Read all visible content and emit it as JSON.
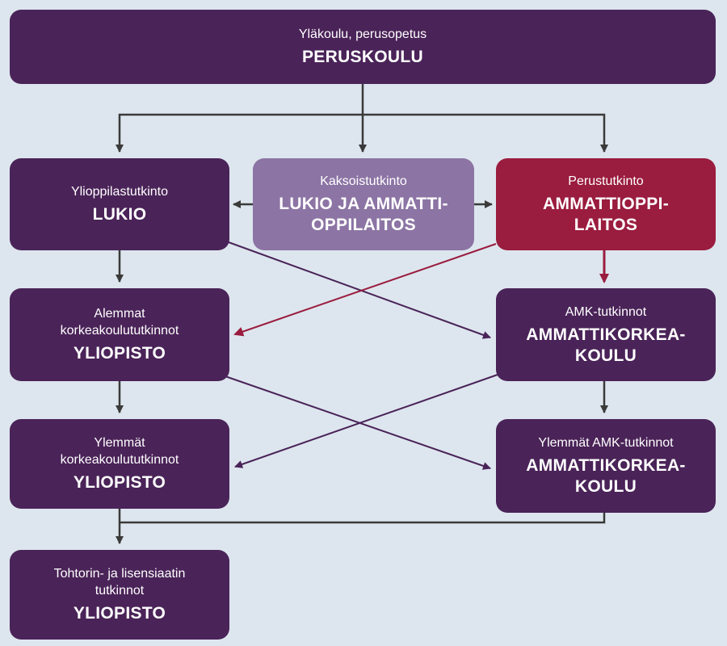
{
  "colors": {
    "background": "#dde6ee",
    "box_dark": "#4a2358",
    "box_light": "#8c74a4",
    "box_red": "#9a1c3e",
    "arrow_dark": "#3a3a3a",
    "arrow_purple": "#4a2358",
    "arrow_red": "#9a1c3e"
  },
  "nodes": {
    "peruskoulu": {
      "sub": [
        "Yläkoulu, perusopetus"
      ],
      "main": [
        "PERUSKOULU"
      ]
    },
    "lukio": {
      "sub": [
        "Ylioppilastutkinto"
      ],
      "main": [
        "LUKIO"
      ]
    },
    "kaksois": {
      "sub": [
        "Kaksoistutkinto"
      ],
      "main": [
        "LUKIO JA AMMATTI-",
        "OPPILAITOS"
      ]
    },
    "ammattioppilaitos": {
      "sub": [
        "Perustutkinto"
      ],
      "main": [
        "AMMATTIOPPI-",
        "LAITOS"
      ]
    },
    "yliopisto_alemmat": {
      "sub": [
        "Alemmat",
        "korkeakoulututkinnot"
      ],
      "main": [
        "YLIOPISTO"
      ]
    },
    "amk": {
      "sub": [
        "AMK-tutkinnot"
      ],
      "main": [
        "AMMATTIKORKEA-",
        "KOULU"
      ]
    },
    "yliopisto_ylemmat": {
      "sub": [
        "Ylemmät",
        "korkeakoulututkinnot"
      ],
      "main": [
        "YLIOPISTO"
      ]
    },
    "amk_ylemmat": {
      "sub": [
        "Ylemmät AMK-tutkinnot"
      ],
      "main": [
        "AMMATTIKORKEA-",
        "KOULU"
      ]
    },
    "tohtori": {
      "sub": [
        "Tohtorin- ja lisensiaatin",
        "tutkinnot"
      ],
      "main": [
        "YLIOPISTO"
      ]
    }
  }
}
